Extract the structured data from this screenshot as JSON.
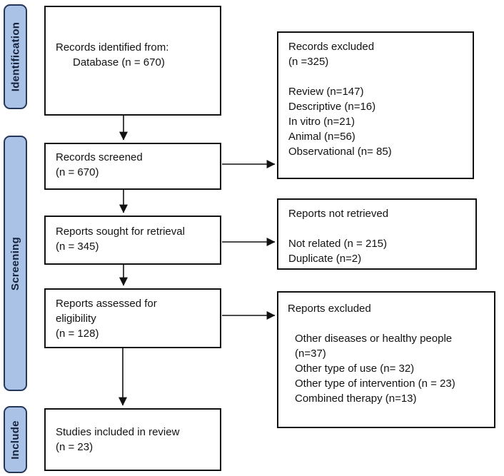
{
  "sidebar": {
    "identification": "Identification",
    "screening": "Screening",
    "include": "Include"
  },
  "main_boxes": {
    "identified": {
      "lines": [
        "Records identified from:",
        "Database (n = 670)"
      ]
    },
    "screened": {
      "lines": [
        "Records screened",
        "(n = 670)"
      ]
    },
    "sought": {
      "lines": [
        "Reports sought for retrieval",
        "(n = 345)"
      ]
    },
    "assessed": {
      "lines": [
        "Reports assessed for",
        "eligibility",
        "(n = 128)"
      ]
    },
    "included": {
      "lines": [
        "Studies included in review",
        "(n = 23)"
      ]
    }
  },
  "side_boxes": {
    "records_excluded": {
      "lines": [
        "Records excluded",
        "(n =325)",
        "",
        "Review (n=147)",
        "Descriptive (n=16)",
        "In vitro (n=21)",
        "Animal (n=56)",
        "Observational (n= 85)"
      ]
    },
    "not_retrieved": {
      "lines": [
        "Reports not retrieved",
        "",
        "Not related (n = 215)",
        "Duplicate (n=2)"
      ]
    },
    "reports_excluded": {
      "lines": [
        "Reports excluded",
        "",
        "Other diseases or healthy people",
        "(n=37)",
        "Other type of use (n= 32)",
        "Other type of intervention (n = 23)",
        "Combined therapy (n=13)"
      ]
    }
  },
  "colors": {
    "stage_fill": "#a9c2e6",
    "stage_border": "#24365a",
    "box_border": "#121212",
    "arrow": "#121212",
    "background": "#ffffff"
  }
}
